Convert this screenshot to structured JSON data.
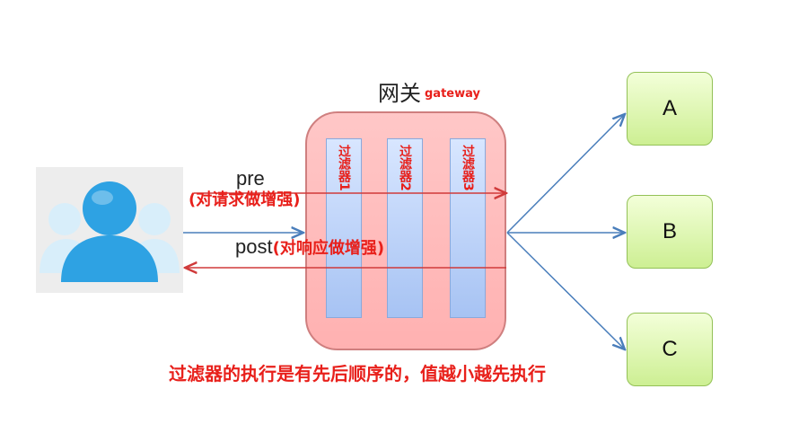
{
  "gateway": {
    "title": "网关",
    "subtitle": "gateway"
  },
  "filters": [
    {
      "label": "过滤器1"
    },
    {
      "label": "过滤器2"
    },
    {
      "label": "过滤器3"
    }
  ],
  "flow": {
    "pre_label": "pre",
    "pre_note": "(对请求做增强)",
    "post_label": "post",
    "post_note": "(对响应做增强)"
  },
  "services": [
    {
      "label": "A"
    },
    {
      "label": "B"
    },
    {
      "label": "C"
    }
  ],
  "footer_note": "过滤器的执行是有先后顺序的，值越小越先执行",
  "colors": {
    "annotation_red": "#e8201b",
    "gateway_fill": "#ffb9b9",
    "filter_fill": "#b8d0f8",
    "service_fill": "#d9f5a8",
    "arrow_blue": "#4a7ebb",
    "user_icon_blue": "#2ea2e3"
  }
}
